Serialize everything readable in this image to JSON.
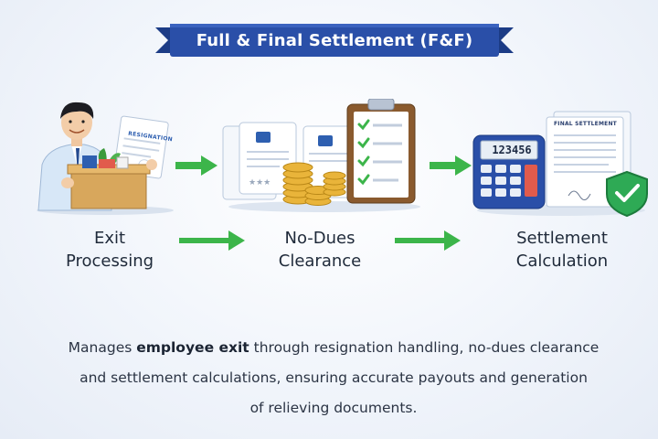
{
  "title": "Full & Final Settlement (F&F)",
  "steps": [
    {
      "line1": "Exit",
      "line2": "Processing",
      "doc_label": "RESIGNATION"
    },
    {
      "line1": "No-Dues",
      "line2": "Clearance"
    },
    {
      "line1": "Settlement",
      "line2": "Calculation",
      "doc_label": "FINAL SETTLEMENT",
      "calculator_display": "123456"
    }
  ],
  "description": {
    "part1": "Manages ",
    "bold": "employee exit",
    "part2": " through resignation handling, no-dues clearance",
    "line2": "and settlement calculations, ensuring accurate payouts and generation",
    "line3": "of relieving documents."
  },
  "colors": {
    "banner": "#2a4fa8",
    "arrow": "#3cb54a",
    "accent_blue": "#2e5fb0"
  }
}
